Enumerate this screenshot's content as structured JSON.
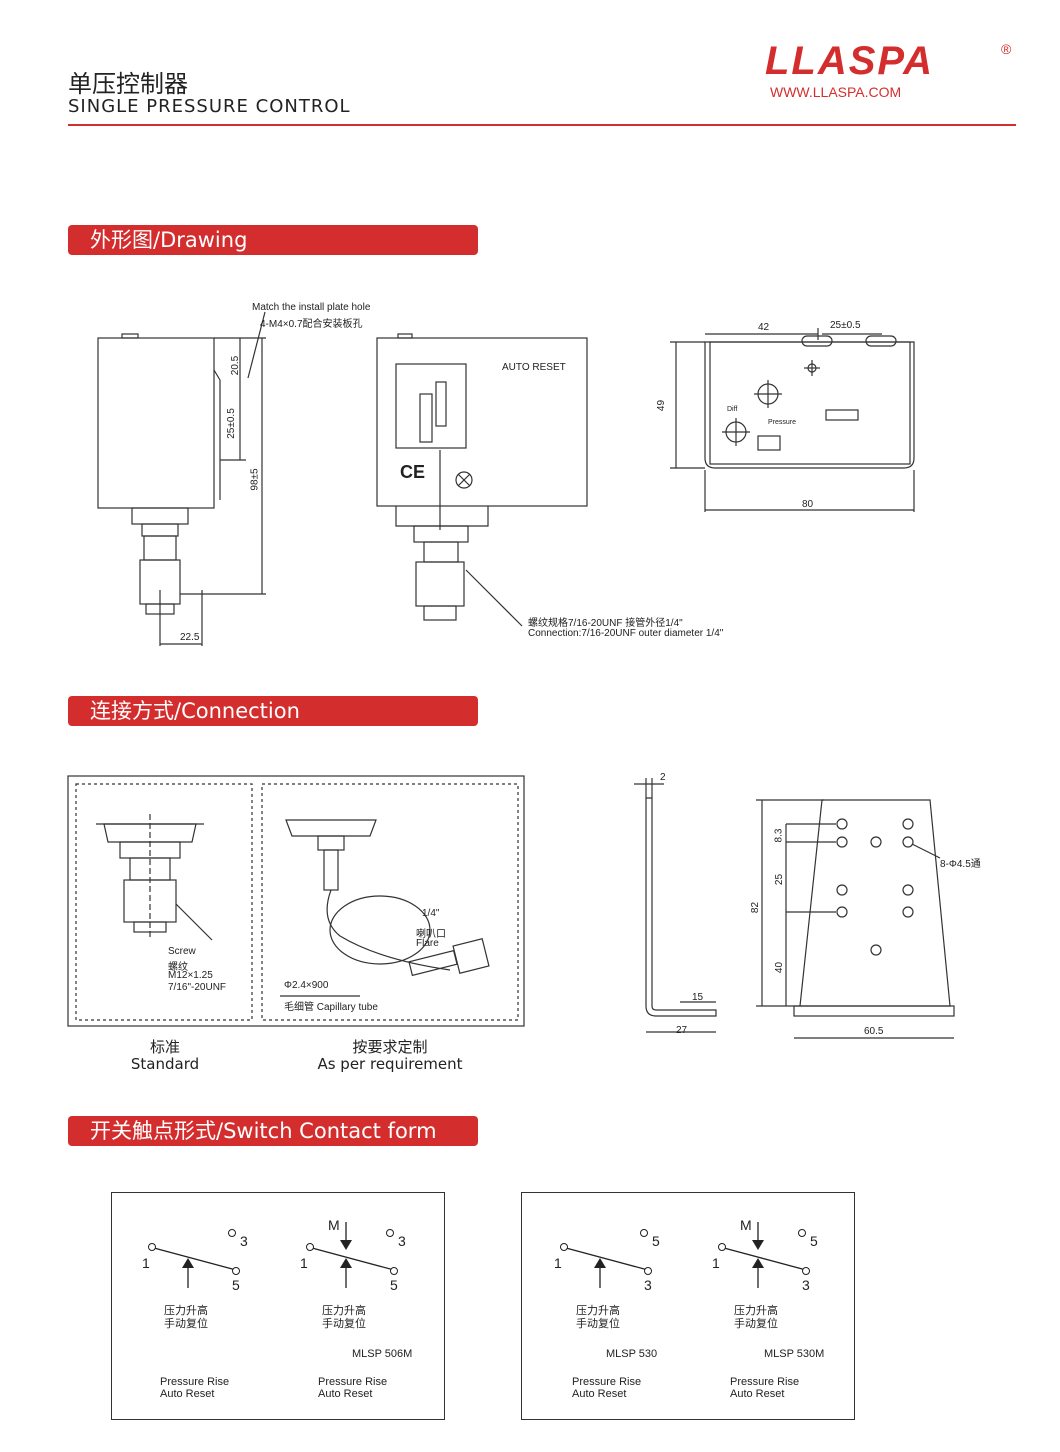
{
  "header": {
    "title_cn": "单压控制器",
    "title_en": "SINGLE PRESSURE CONTROL",
    "brand": "LLASPA",
    "registered": "®",
    "website": "WWW.LLASPA.COM"
  },
  "colors": {
    "accent": "#d42d2d",
    "line": "#333333"
  },
  "sections": {
    "drawing": "外形图/Drawing",
    "connection": "连接方式/Connection",
    "switch": "开关触点形式/Switch Contact form"
  },
  "drawing": {
    "note_install_en": "Match the install plate hole",
    "note_install_cn": "4-M4×0.7配合安装板孔",
    "dim_20_5": "20.5",
    "dim_25": "25±0.5",
    "dim_98": "98±5",
    "dim_22_5": "22.5",
    "auto_reset": "AUTO  RESET",
    "ce": "CE",
    "conn_cn": "螺纹规格7/16-20UNF 接管外径1/4\"",
    "conn_en": "Connection:7/16-20UNF outer diameter 1/4\"",
    "dim_42": "42",
    "dim_25b": "25±0.5",
    "dim_49": "49",
    "dim_80": "80",
    "diff": "Diff",
    "pressure": "Pressure"
  },
  "connection": {
    "screw_en": "Screw",
    "screw_cn": "螺纹",
    "screw_m": "M12×1.25",
    "screw_unf": "7/16\"-20UNF",
    "flare_size": "1/4\"",
    "flare_cn": "喇叭口",
    "flare_en": "Flare",
    "cap_size": "Φ2.4×900",
    "cap_label": "毛细管 Capillary tube",
    "standard_cn": "标准",
    "standard_en": "Standard",
    "custom_cn": "按要求定制",
    "custom_en": "As per requirement",
    "bracket_2": "2",
    "bracket_15": "15",
    "bracket_27": "27",
    "plate_8_3": "8.3",
    "plate_25": "25",
    "plate_82": "82",
    "plate_40": "40",
    "plate_60_5": "60.5",
    "plate_holes": "8-Φ4.5通"
  },
  "switch_forms": [
    {
      "model": "",
      "has_m": false,
      "t1": "1",
      "t_top": "3",
      "t_bot": "5",
      "cn1": "压力升高",
      "cn2": "手动复位",
      "en1": "Pressure Rise",
      "en2": "Auto Reset"
    },
    {
      "model": "MLSP 506M",
      "has_m": true,
      "m": "M",
      "t1": "1",
      "t_top": "3",
      "t_bot": "5",
      "cn1": "压力升高",
      "cn2": "手动复位",
      "en1": "Pressure Rise",
      "en2": "Auto Reset"
    },
    {
      "model": "MLSP 530",
      "has_m": false,
      "t1": "1",
      "t_top": "5",
      "t_bot": "3",
      "cn1": "压力升高",
      "cn2": "手动复位",
      "en1": "Pressure Rise",
      "en2": "Auto Reset"
    },
    {
      "model": "MLSP 530M",
      "has_m": true,
      "m": "M",
      "t1": "1",
      "t_top": "5",
      "t_bot": "3",
      "cn1": "压力升高",
      "cn2": "手动复位",
      "en1": "Pressure Rise",
      "en2": "Auto Reset"
    }
  ]
}
